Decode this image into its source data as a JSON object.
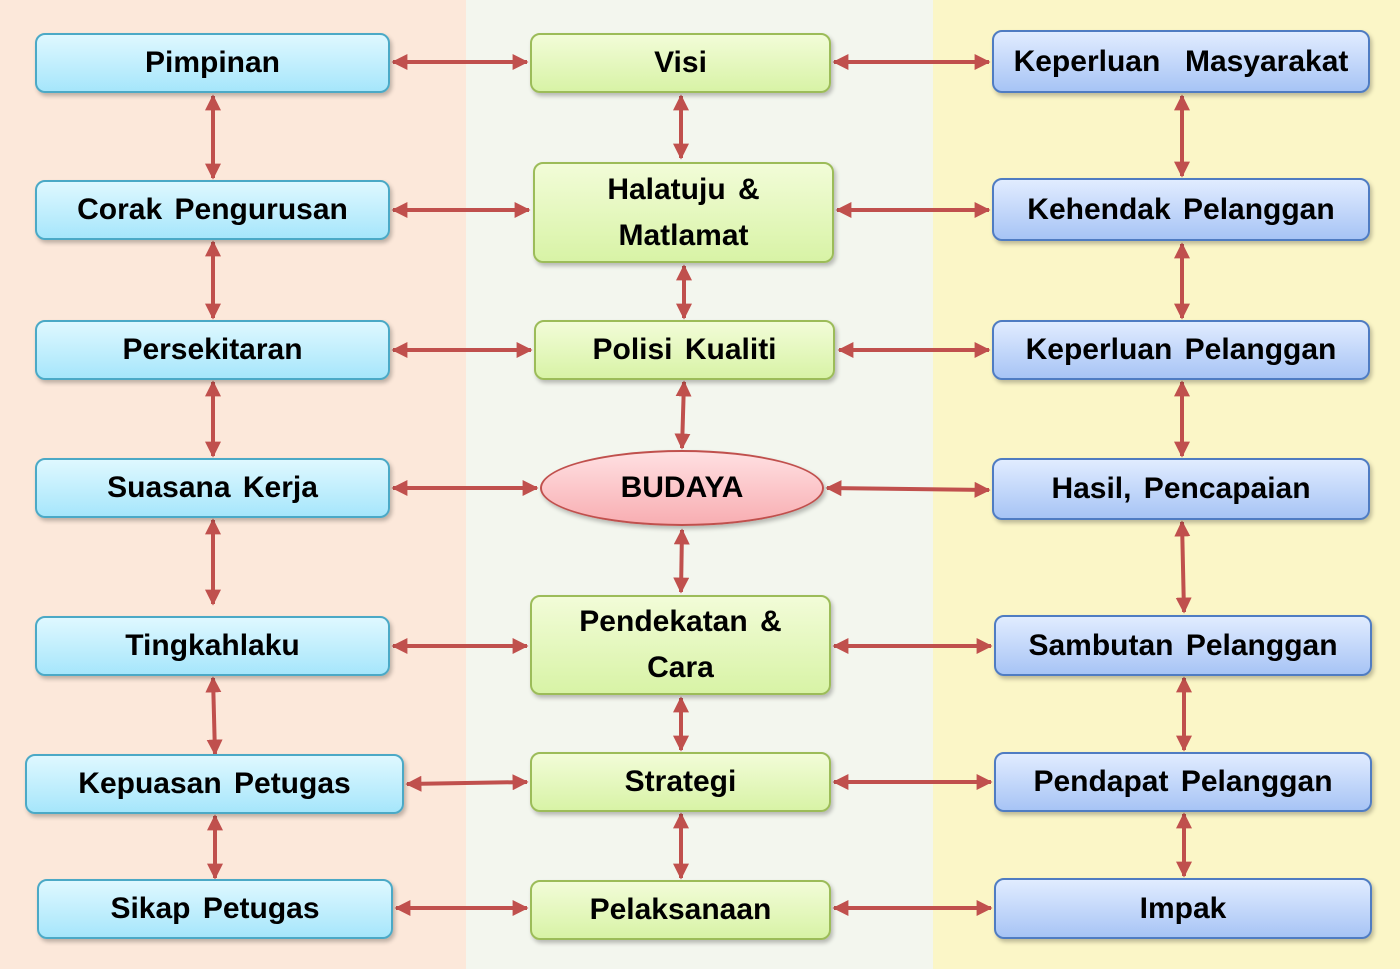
{
  "panels": {
    "left_color": "#fce8da",
    "middle_color": "#f3f6ee",
    "right_color": "#fbf6c7"
  },
  "arrow_color": "#c0504d",
  "left_column": [
    {
      "label": "Pimpinan"
    },
    {
      "label": "Corak Pengurusan"
    },
    {
      "label": "Persekitaran"
    },
    {
      "label": "Suasana Kerja"
    },
    {
      "label": "Tingkahlaku"
    },
    {
      "label": "Kepuasan Petugas"
    },
    {
      "label": "Sikap Petugas"
    }
  ],
  "middle_column": [
    {
      "label": "Visi"
    },
    {
      "label": "Halatuju & Matlamat"
    },
    {
      "label": "Polisi Kualiti"
    },
    {
      "label": "BUDAYA"
    },
    {
      "label": "Pendekatan & Cara"
    },
    {
      "label": "Strategi"
    },
    {
      "label": "Pelaksanaan"
    }
  ],
  "right_column": [
    {
      "label": "Keperluan  Masyarakat"
    },
    {
      "label": "Kehendak Pelanggan"
    },
    {
      "label": "Keperluan Pelanggan"
    },
    {
      "label": "Hasil, Pencapaian"
    },
    {
      "label": "Sambutan Pelanggan"
    },
    {
      "label": "Pendapat Pelanggan"
    },
    {
      "label": "Impak"
    }
  ]
}
